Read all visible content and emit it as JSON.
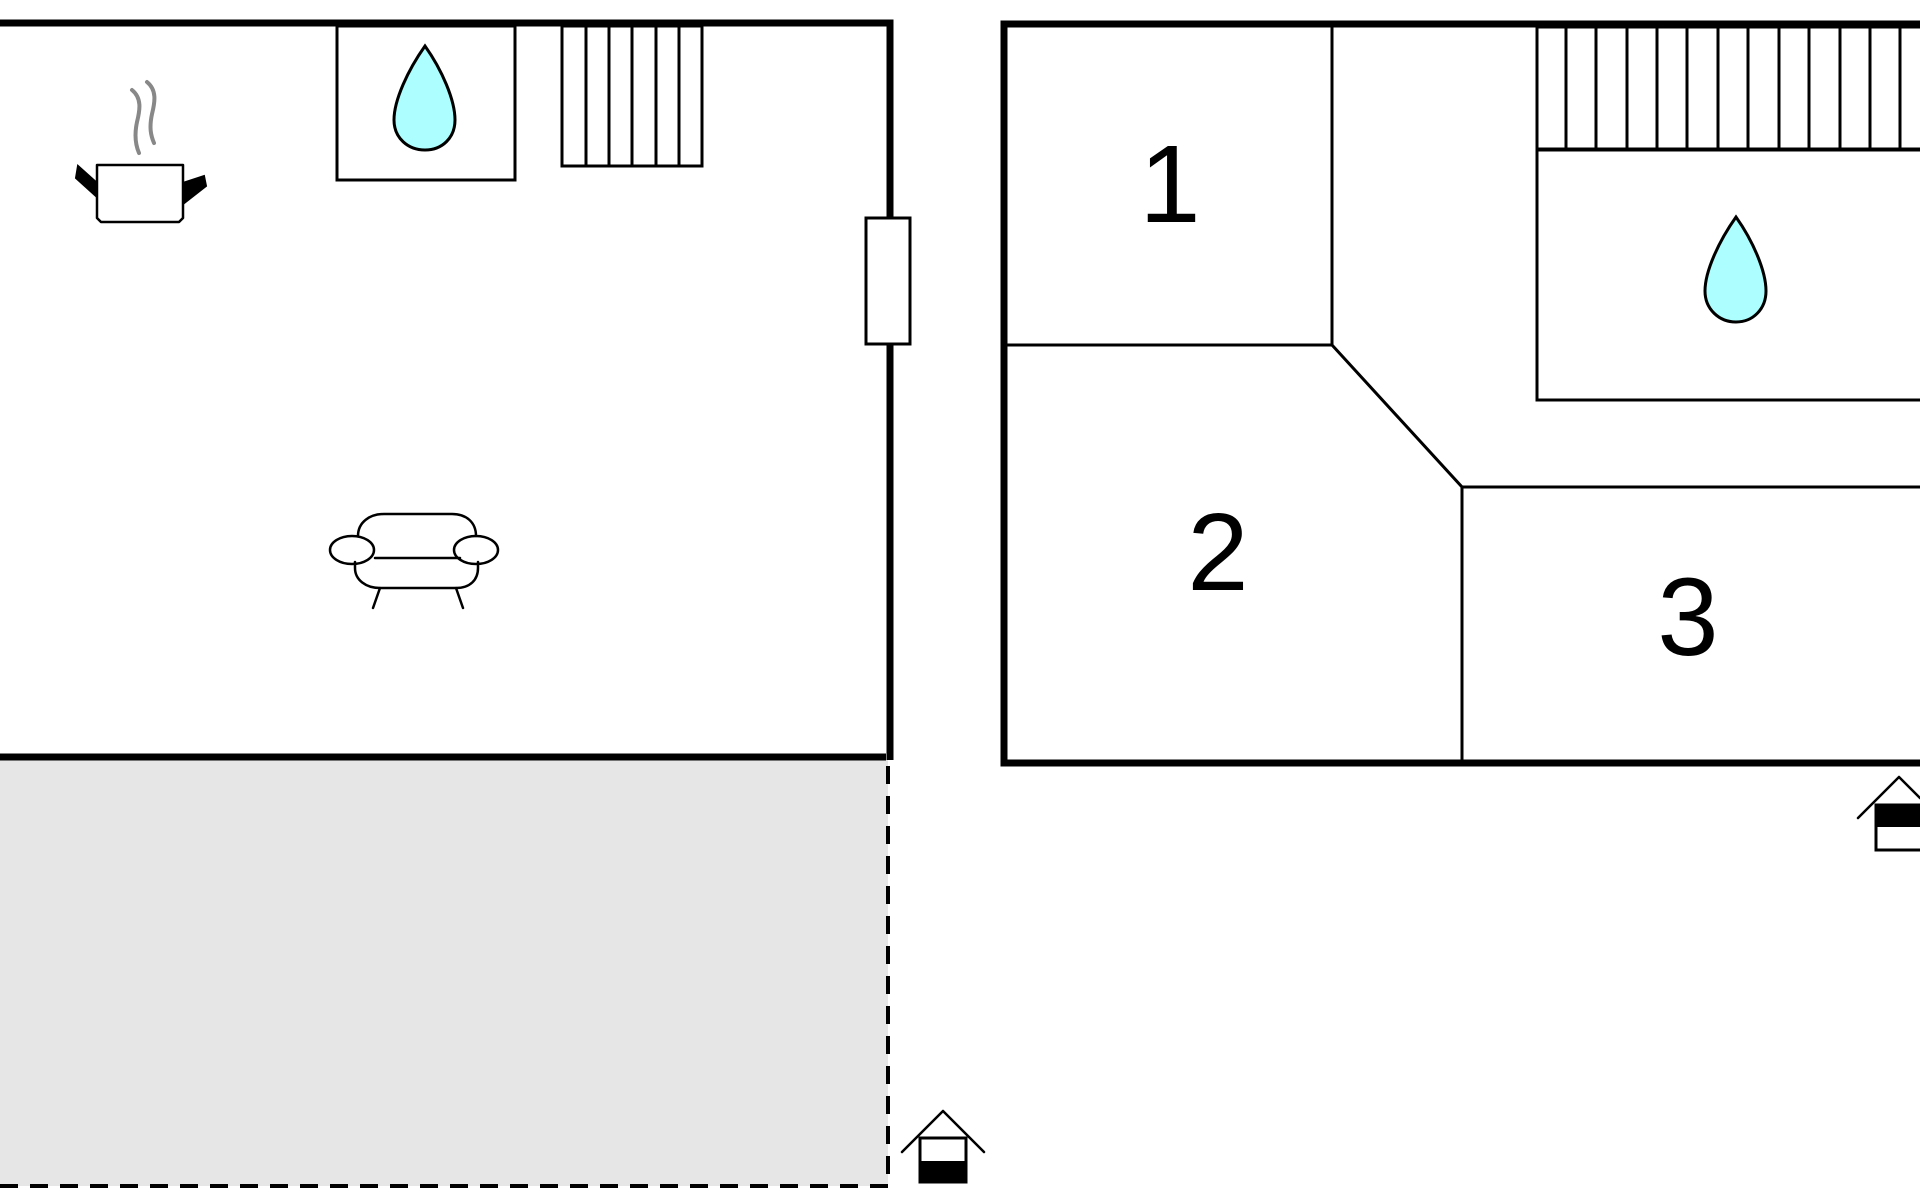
{
  "rooms": [
    {
      "number": "1"
    },
    {
      "number": "2"
    },
    {
      "number": "3"
    }
  ],
  "icons": [
    "cooking-pot-icon",
    "water-drop-icon",
    "radiator-icon",
    "sofa-icon",
    "house-entrance-icon"
  ],
  "colors": {
    "water": "#adffff",
    "terrace": "#e6e6e6",
    "steam": "#888888",
    "line": "#000000"
  }
}
